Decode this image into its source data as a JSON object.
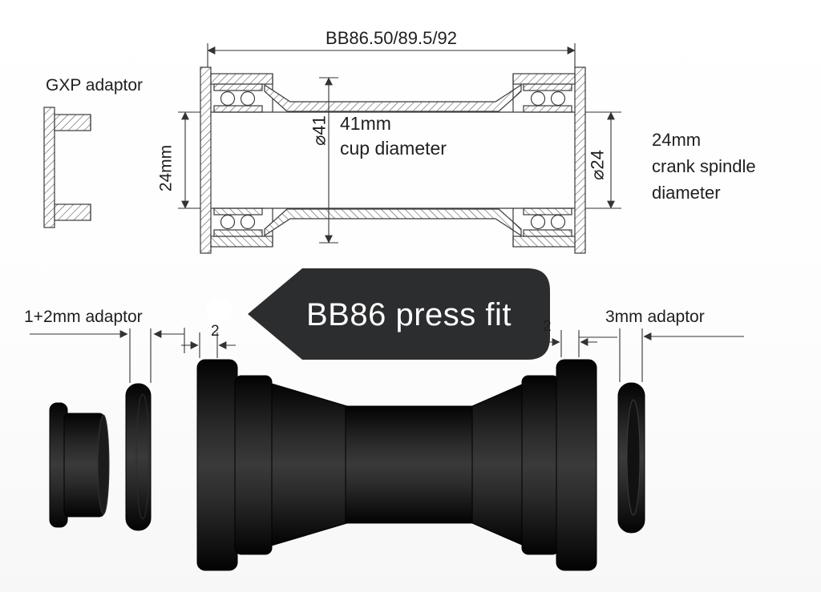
{
  "diagram": {
    "top_dimension_label": "BB86.50/89.5/92",
    "gxp_adaptor_label": "GXP adaptor",
    "left_bore_label": "24mm",
    "cup_diameter_symbol": "⌀41",
    "cup_diameter_text": "41mm\ncup diameter",
    "spindle_diameter_symbol": "⌀24",
    "spindle_text": "24mm\ncrank spindle\ndiameter"
  },
  "callout": {
    "label": "BB86 press fit",
    "bg": "#2c2d2f",
    "text_color": "#ffffff"
  },
  "bottom": {
    "left_adaptor_label": "1+2mm adaptor",
    "left_gap_label": "2",
    "right_gap_label": "2",
    "right_adaptor_label": "3mm adaptor"
  },
  "colors": {
    "line": "#3a3a3a",
    "product_black": "#0f0f0f",
    "background": "#fdfdfd"
  }
}
